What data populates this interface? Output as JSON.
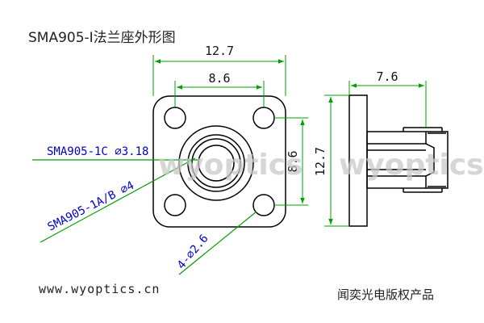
{
  "title": "SMA905-Ⅰ法兰座外形图",
  "dimensions": {
    "width": "12.7",
    "hole_spacing_h": "8.6",
    "hole_spacing_v": "8.6",
    "height": "12.7",
    "side_length": "7.6"
  },
  "callouts": {
    "bore_1c": "SMA905-1C ⌀3.18",
    "bore_1ab": "SMA905-1A/B ⌀4",
    "holes": "4-⌀2.6"
  },
  "watermark": [
    "wyoptics",
    "wyoptics"
  ],
  "footer": {
    "website": "www.wyoptics.cn",
    "product_of": "闻奕光电版权产品"
  },
  "colors": {
    "drawing": "#000000",
    "dimension": "#00a000",
    "callout_text": "#0000cc",
    "callout_line": "#00a000",
    "watermark": "#c8c8c8"
  }
}
